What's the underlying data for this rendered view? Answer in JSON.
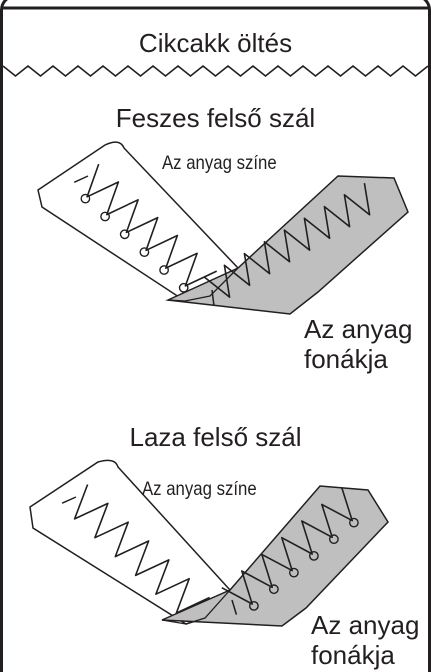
{
  "header": {
    "title": "Cikcakk öltés"
  },
  "tight": {
    "heading": "Feszes felső szál",
    "face_label": "Az anyag színe",
    "back_label_line1": "Az anyag",
    "back_label_line2": "fonákja"
  },
  "loose": {
    "heading": "Laza felső szál",
    "face_label": "Az anyag színe",
    "back_label_line1": "Az anyag",
    "back_label_line2": "fonákja"
  },
  "colors": {
    "outline": "#231f20",
    "fabric_face": "#ffffff",
    "fabric_back": "#bfbfbf"
  }
}
